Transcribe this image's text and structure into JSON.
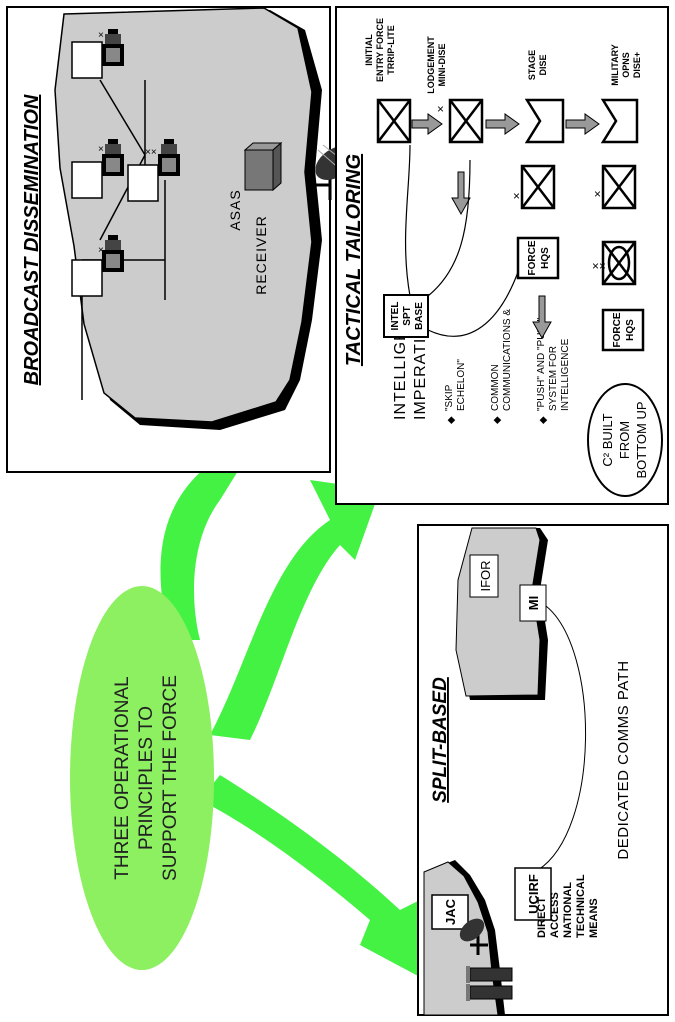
{
  "center": {
    "line1": "THREE OPERATIONAL",
    "line2": "PRINCIPLES TO",
    "line3": "SUPPORT THE FORCE"
  },
  "broadcast": {
    "title": "BROADCAST DISSEMINATION",
    "receiver_label": "RECEIVER",
    "asas_label": "ASAS"
  },
  "tactical": {
    "title": "TACTICAL TAILORING",
    "imperatives_line1": "INTELLIGENCE",
    "imperatives_line2": "IMPERATIVES",
    "bullet1_line1": "\"SKIP",
    "bullet1_line2": "ECHELON\"",
    "bullet2_line1": "COMMON",
    "bullet2_line2": "COMMUNICATIONS &",
    "bullet3_line1": "\"PUSH\" AND \"PULL\"",
    "bullet3_line2": "SYSTEM FOR",
    "bullet3_line3": "INTELLIGENCE",
    "c2_line1": "C² BUILT",
    "c2_line2": "FROM",
    "c2_line3": "BOTTOM UP",
    "intel_line1": "INTEL",
    "intel_line2": "SPT",
    "intel_line3": "BASE",
    "force_hqs_1_line1": "FORCE",
    "force_hqs_1_line2": "HQS",
    "force_hqs_2_line1": "FORCE",
    "force_hqs_2_line2": "HQS",
    "col_initial": [
      "INITIAL",
      "ENTRY FORCE",
      "TRRIP-LITE"
    ],
    "col_lodgement": [
      "LODGEMENT",
      "MINI-DISE"
    ],
    "col_stage": [
      "STAGE",
      "DISE"
    ],
    "col_military": [
      "MILITARY",
      "OPNS",
      "DISE+"
    ]
  },
  "split": {
    "title": "SPLIT-BASED",
    "ifor": "IFOR",
    "mi": "MI",
    "path_label": "DEDICATED COMMS PATH",
    "jac": "JAC",
    "ucirf": "UCIRF",
    "dant_line1": "DIRECT",
    "dant_line2": "ACCESS",
    "dant_line3": "NATIONAL",
    "dant_line4": "TECHNICAL",
    "dant_line5": "MEANS"
  },
  "colors": {
    "arrow_green": "#44f244",
    "ellipse_green": "#8cf060",
    "land_gray": "#cccccc"
  }
}
